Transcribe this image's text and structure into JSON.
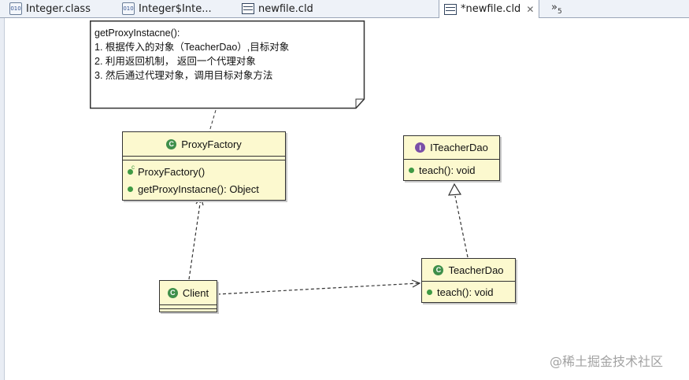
{
  "tabs": [
    {
      "label": "Integer.class",
      "icon": "class-file-icon"
    },
    {
      "label": "Integer$Inte...",
      "icon": "class-file-icon"
    },
    {
      "label": "newfile.cld",
      "icon": "class-diagram-icon"
    },
    {
      "label": "*newfile.cld",
      "icon": "class-diagram-icon",
      "active": true
    }
  ],
  "tab_overflow": {
    "symbol": "»",
    "count": "5"
  },
  "note": {
    "lines": [
      "getProxyInstacne():",
      "1. 根据传入的对象（TeacherDao）,目标对象",
      "2. 利用返回机制， 返回一个代理对象",
      "3. 然后通过代理对象，调用目标对象方法"
    ]
  },
  "classes": {
    "proxy_factory": {
      "name": "ProxyFactory",
      "ops": [
        "ProxyFactory()",
        "getProxyInstacne(): Object"
      ]
    },
    "iteacher_dao": {
      "name": "ITeacherDao",
      "ops": [
        "teach(): void"
      ]
    },
    "teacher_dao": {
      "name": "TeacherDao",
      "ops": [
        "teach(): void"
      ]
    },
    "client": {
      "name": "Client"
    }
  },
  "watermark": "@稀土掘金技术社区",
  "colors": {
    "class_fill": "#fcf9cf",
    "class_badge": "#3f8f4a",
    "interface_badge": "#7a4fa7"
  }
}
